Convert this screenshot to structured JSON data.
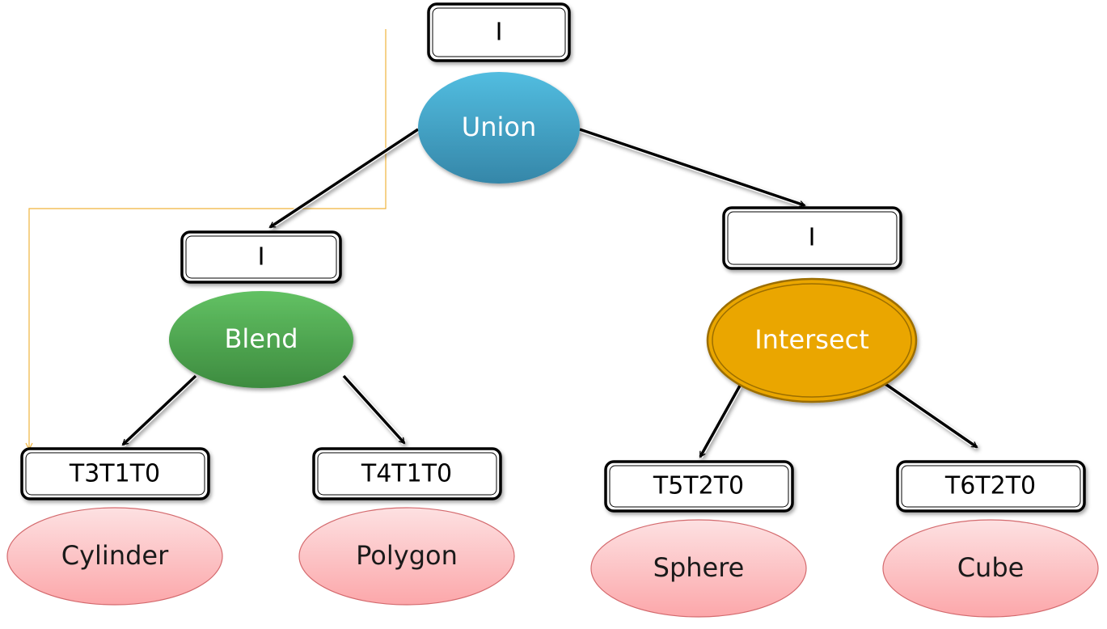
{
  "colors": {
    "union": "#4aa9cc",
    "blend": "#54aa55",
    "intersect": "#eaa605",
    "leaf_fill": "#fcc7c9",
    "leaf_stroke": "#d46a6e",
    "connector": "#f0b43c"
  },
  "boxes": {
    "root": "I",
    "left": "I",
    "right": "I",
    "cylinder_transform": "T3T1T0",
    "polygon_transform": "T4T1T0",
    "sphere_transform": "T5T2T0",
    "cube_transform": "T6T2T0"
  },
  "operations": {
    "union": "Union",
    "blend": "Blend",
    "intersect": "Intersect"
  },
  "primitives": {
    "cylinder": "Cylinder",
    "polygon": "Polygon",
    "sphere": "Sphere",
    "cube": "Cube"
  }
}
